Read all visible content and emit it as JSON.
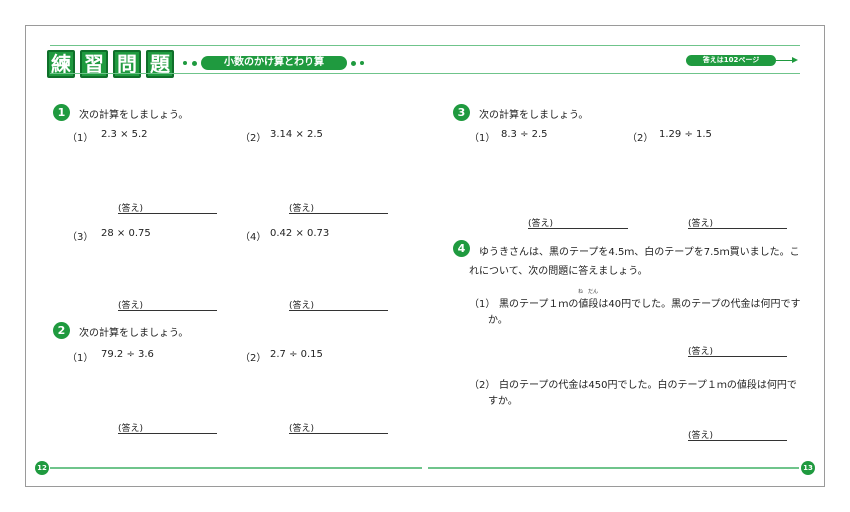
{
  "header": {
    "title_chars": [
      "練",
      "習",
      "問",
      "題"
    ],
    "subtitle": "小数のかけ算とわり算",
    "answers_ref": "答えは102ページ"
  },
  "answer_label": "(答え)",
  "sections": [
    {
      "number": "1",
      "instruction": "次の計算をしましょう。",
      "problems": [
        {
          "label": "（1）",
          "expr": "2.3 × 5.2"
        },
        {
          "label": "（2）",
          "expr": "3.14 × 2.5"
        },
        {
          "label": "（3）",
          "expr": "28 × 0.75"
        },
        {
          "label": "（4）",
          "expr": "0.42 × 0.73"
        }
      ]
    },
    {
      "number": "2",
      "instruction": "次の計算をしましょう。",
      "problems": [
        {
          "label": "（1）",
          "expr": "79.2 ÷ 3.6"
        },
        {
          "label": "（2）",
          "expr": "2.7 ÷ 0.15"
        }
      ]
    },
    {
      "number": "3",
      "instruction": "次の計算をしましょう。",
      "problems": [
        {
          "label": "（1）",
          "expr": "8.3 ÷ 2.5"
        },
        {
          "label": "（2）",
          "expr": "1.29 ÷ 1.5"
        }
      ]
    },
    {
      "number": "4",
      "intro_line1": "ゆうきさんは、黒のテープを4.5ｍ、白のテープを7.5ｍ買いました。こ",
      "intro_line2": "れについて、次の問題に答えましょう。",
      "problems": [
        {
          "label": "（1）",
          "line1": "黒のテープ１ｍの値段は40円でした。黒のテープの代金は何円です",
          "line2": "か。",
          "ruby_ne": "ね",
          "ruby_dan": "だん"
        },
        {
          "label": "（2）",
          "line1": "白のテープの代金は450円でした。白のテープ１ｍの値段は何円で",
          "line2": "すか。"
        }
      ]
    }
  ],
  "footer": {
    "left_page": "12",
    "right_page": "13"
  }
}
